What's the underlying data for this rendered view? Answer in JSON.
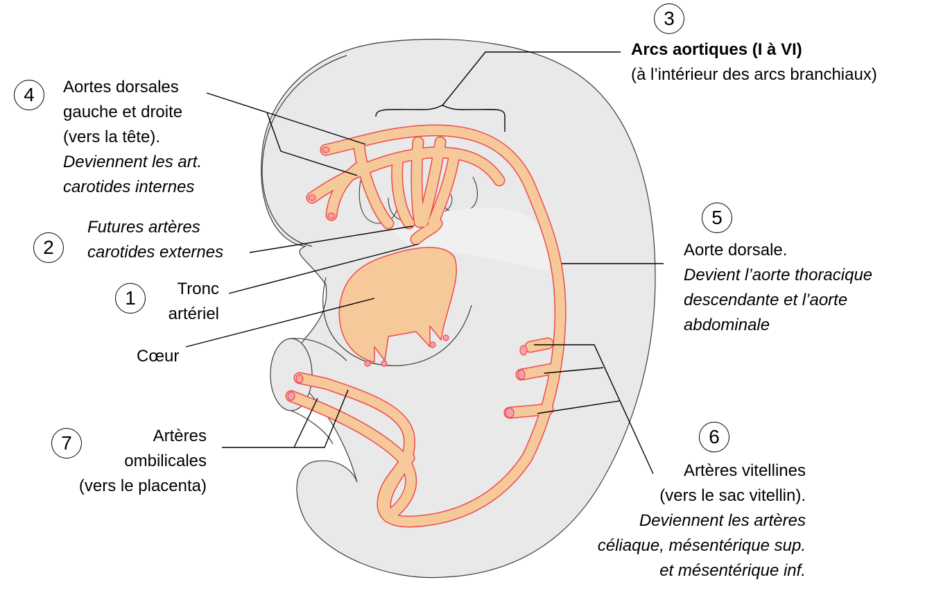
{
  "colors": {
    "embryo_fill": "#e9e9e9",
    "embryo_stroke": "#3a3a3a",
    "vessel_fill": "#f6c99b",
    "vessel_stroke": "#ef4a4a",
    "vessel_end": "#f4a0b0"
  },
  "labels": {
    "n1": {
      "number": "1",
      "lines": [
        "Tronc",
        "artériel"
      ]
    },
    "n2": {
      "number": "2",
      "lines": [
        "Futures artères",
        "carotides externes"
      ]
    },
    "n3": {
      "number": "3",
      "title": "Arcs aortiques (I à VI)",
      "subtitle": "(à l’intérieur des arcs branchiaux)"
    },
    "n4": {
      "number": "4",
      "lines": [
        "Aortes dorsales",
        "gauche et droite",
        "(vers la tête)."
      ],
      "italic_lines": [
        "Deviennent les art.",
        "carotides internes"
      ]
    },
    "n5": {
      "number": "5",
      "lines": [
        "Aorte dorsale."
      ],
      "italic_lines": [
        "Devient l’aorte thoracique",
        "descendante et l’aorte",
        "abdominale"
      ]
    },
    "n6": {
      "number": "6",
      "lines": [
        "Artères vitellines",
        "(vers le sac vitellin)."
      ],
      "italic_lines": [
        "Deviennent les artères",
        "céliaque, mésentérique sup.",
        "et mésentérique inf."
      ]
    },
    "n7": {
      "number": "7",
      "lines": [
        "Artères",
        "ombilicales",
        "(vers le placenta)"
      ]
    },
    "heart": "Cœur"
  }
}
